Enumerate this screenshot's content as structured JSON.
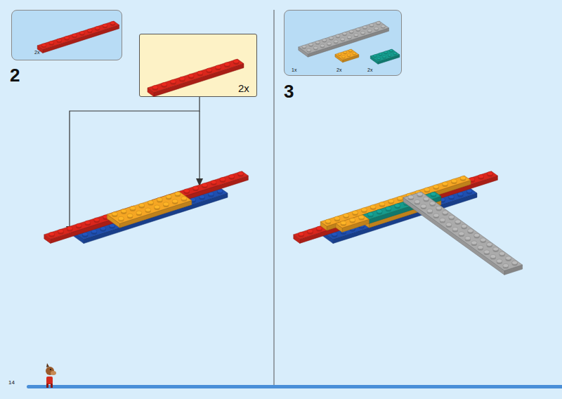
{
  "diagram": {
    "nodes": [
      {
        "text": [
          "2x"
        ]
      },
      {
        "text": [
          "2x"
        ]
      },
      {
        "text": [
          "1x",
          "2x",
          "2x"
        ]
      }
    ],
    "edges": [],
    "labels": [
      "2",
      "3",
      "14"
    ]
  }
}
